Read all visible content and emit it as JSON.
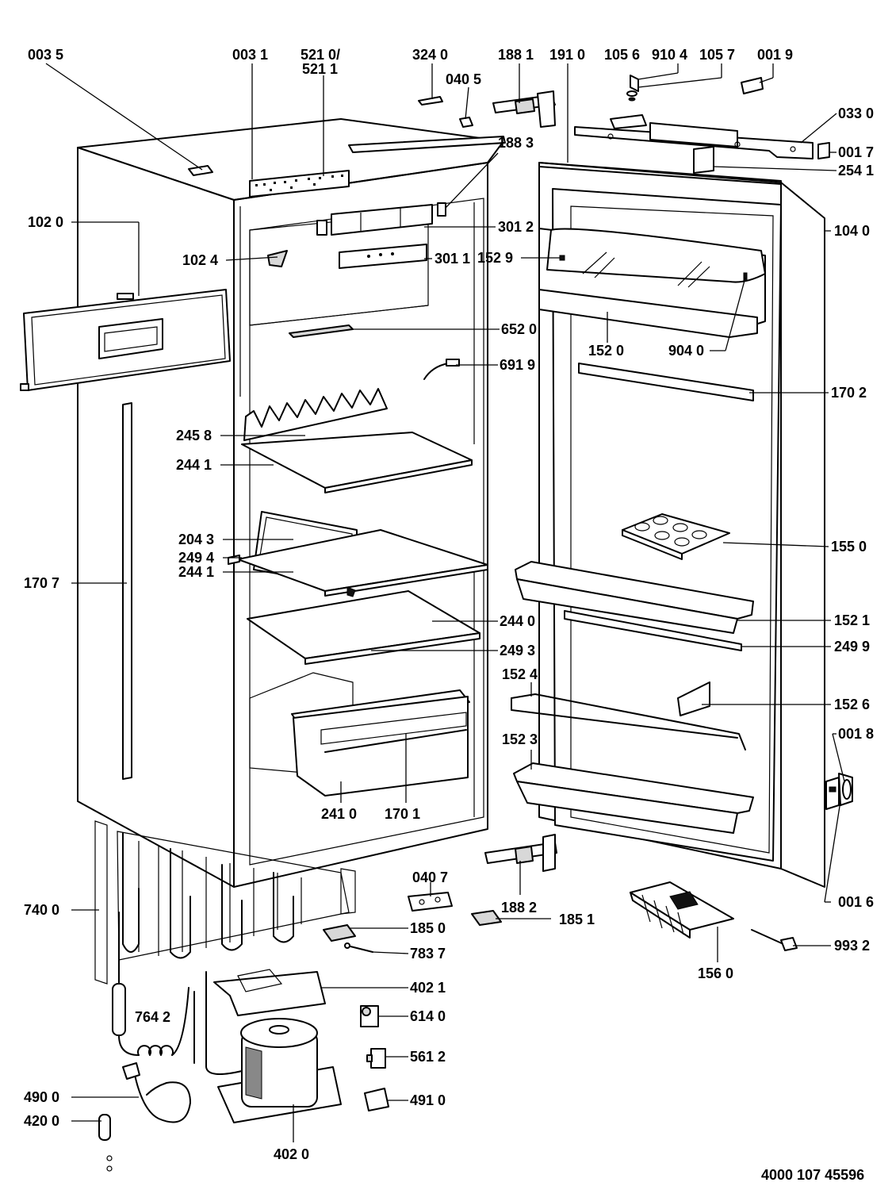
{
  "document_number": "4000 107 45596",
  "labels": {
    "l0035": "003 5",
    "l0031": "003 1",
    "l5210a": "521 0/",
    "l5210b": "521 1",
    "l3240": "324 0",
    "l0405": "040 5",
    "l1881": "188 1",
    "l1910": "191 0",
    "l1056": "105 6",
    "l9104": "910 4",
    "l1057": "105 7",
    "l0019": "001 9",
    "l0330": "033 0",
    "l0017": "001 7",
    "l2541": "254 1",
    "l1883": "188 3",
    "l1020": "102 0",
    "l3012": "301 2",
    "l1040": "104 0",
    "l1024": "102 4",
    "l3011": "301 1",
    "l1529": "152 9",
    "l1520": "152 0",
    "l9040": "904 0",
    "l6520": "652 0",
    "l6919": "691 9",
    "l1702": "170 2",
    "l2458": "245 8",
    "l2441a": "244 1",
    "l2043": "204 3",
    "l2494": "249 4",
    "l2441b": "244 1",
    "l1550": "155 0",
    "l1707": "170 7",
    "l2440": "244 0",
    "l1521": "152 1",
    "l2493": "249 3",
    "l2499": "249 9",
    "l1524": "152 4",
    "l1526": "152 6",
    "l1523": "152 3",
    "l0018": "001 8",
    "l2410": "241 0",
    "l1701": "170 1",
    "l0407": "040 7",
    "l1882": "188 2",
    "l1851": "185 1",
    "l7400": "740 0",
    "l1850": "185 0",
    "l7837": "783 7",
    "l0016": "001 6",
    "l9932": "993 2",
    "l1560": "156 0",
    "l4021": "402 1",
    "l7642": "764 2",
    "l6140": "614 0",
    "l5612": "561 2",
    "l4900": "490 0",
    "l4910": "491 0",
    "l4200": "420 0",
    "l4020": "402 0"
  }
}
